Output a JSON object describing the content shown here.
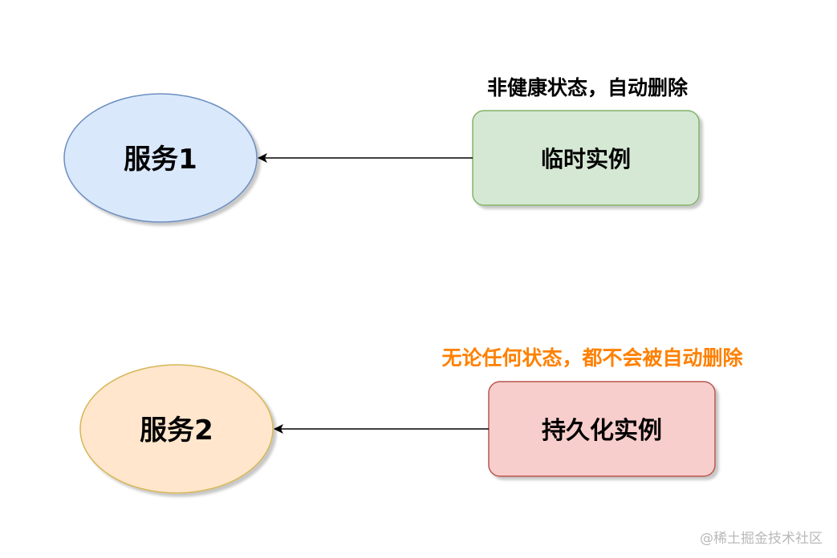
{
  "nodes": {
    "service1": {
      "label": "服务1",
      "fill": "#dae8fc",
      "stroke": "#6c8ebf"
    },
    "service2": {
      "label": "服务2",
      "fill": "#ffe6cc",
      "stroke": "#d6b656"
    },
    "ephemeral": {
      "label": "临时实例",
      "fill": "#d5e8d4",
      "stroke": "#82b366"
    },
    "persistent": {
      "label": "持久化实例",
      "fill": "#f8cecc",
      "stroke": "#b85450"
    }
  },
  "annotations": {
    "ephemeral_note": {
      "text": "非健康状态，自动删除",
      "color": "#000000"
    },
    "persistent_note": {
      "text": "无论任何状态，都不会被自动删除",
      "color": "#ff8000"
    }
  },
  "watermark": {
    "text": "@稀土掘金技术社区"
  }
}
